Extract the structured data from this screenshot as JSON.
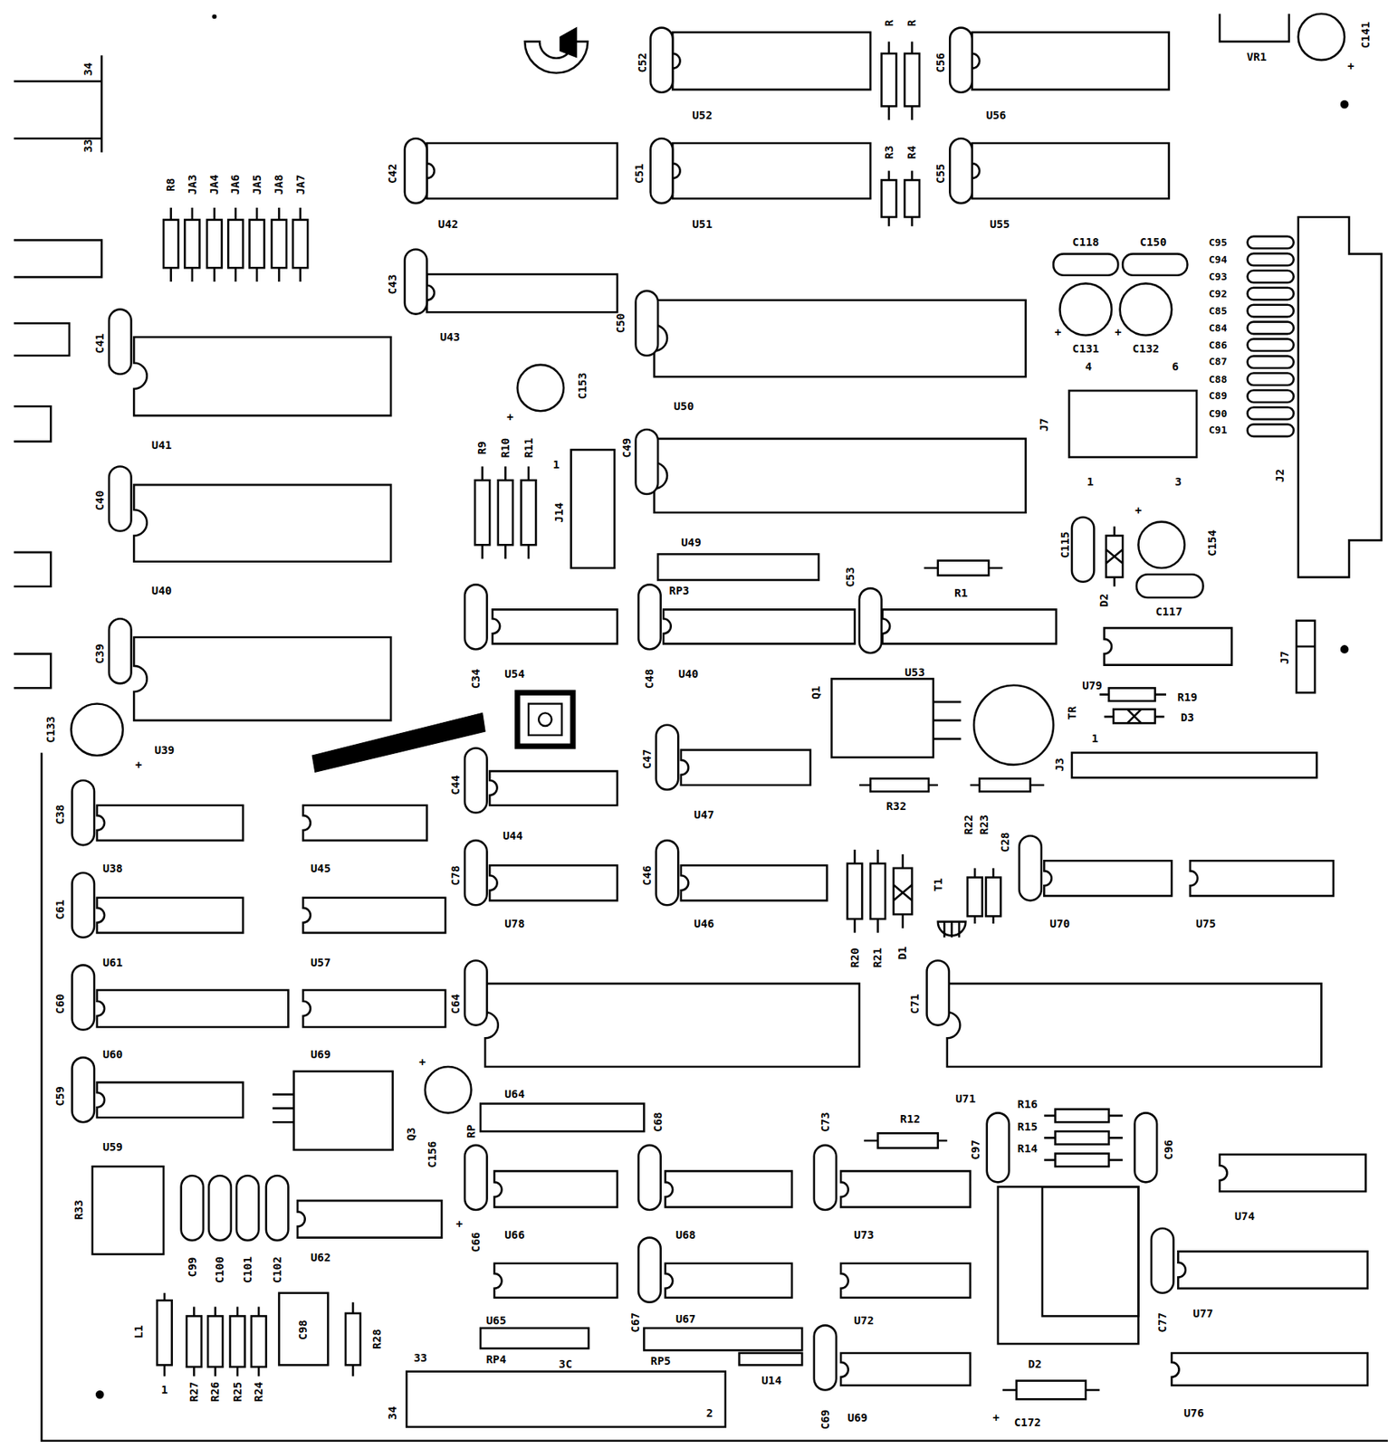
{
  "diagram": {
    "labels": [
      "34",
      "33",
      "R8",
      "JA3",
      "JA4",
      "JA6",
      "JA5",
      "JA8",
      "JA7",
      "R",
      "R",
      "C52",
      "U52",
      "C56",
      "U56",
      "C42",
      "U42",
      "C51",
      "U51",
      "R3",
      "R4",
      "C55",
      "U55",
      "C43",
      "U43",
      "C50",
      "U50",
      "C41",
      "U41",
      "C153",
      "+",
      "R9",
      "R10",
      "R11",
      "1",
      "J14",
      "C49",
      "U49",
      "RP3",
      "C40",
      "U40",
      "C39",
      "U39",
      "C133",
      "+",
      "C118",
      "C150",
      "C131",
      "C132",
      "+",
      "+",
      "4",
      "6",
      "J7",
      "1",
      "3",
      "C95",
      "C94",
      "C93",
      "C92",
      "C85",
      "C84",
      "C86",
      "C87",
      "C88",
      "C89",
      "C90",
      "C91",
      "J2",
      "VR1",
      "C141",
      "+",
      "C115",
      "D2",
      "+",
      "C154",
      "C117",
      "R1",
      "C34",
      "U54",
      "C48",
      "U40",
      "C53",
      "U53",
      "U79",
      "R19",
      "D3",
      "J7",
      "Q1",
      "TR",
      "1",
      "J3",
      "R32",
      "R22",
      "R23",
      "C44",
      "U44",
      "C47",
      "U47",
      "C38",
      "U38",
      "U45",
      "C78",
      "U78",
      "C46",
      "U46",
      "R20",
      "R21",
      "D1",
      "T1",
      "C28",
      "U70",
      "U75",
      "C61",
      "U61",
      "U57",
      "C60",
      "U60",
      "U69",
      "C64",
      "C71",
      "C59",
      "U59",
      "Q3",
      "+",
      "C156",
      "U64",
      "RP",
      "C66",
      "U66",
      "C68",
      "U68",
      "C73",
      "U73",
      "R12",
      "U71",
      "R16",
      "R15",
      "R14",
      "C97",
      "C96",
      "U74",
      "C77",
      "U77",
      "R33",
      "C99",
      "C100",
      "C101",
      "C102",
      "U62",
      "+",
      "L1",
      "1",
      "R27",
      "R26",
      "R25",
      "R24",
      "C98",
      "R28",
      "U65",
      "RP4",
      "3C",
      "C67",
      "U67",
      "RP5",
      "U72",
      "U14",
      "C69",
      "U69",
      "33",
      "34",
      "2",
      "D2",
      "C172",
      "+",
      "U76"
    ]
  }
}
